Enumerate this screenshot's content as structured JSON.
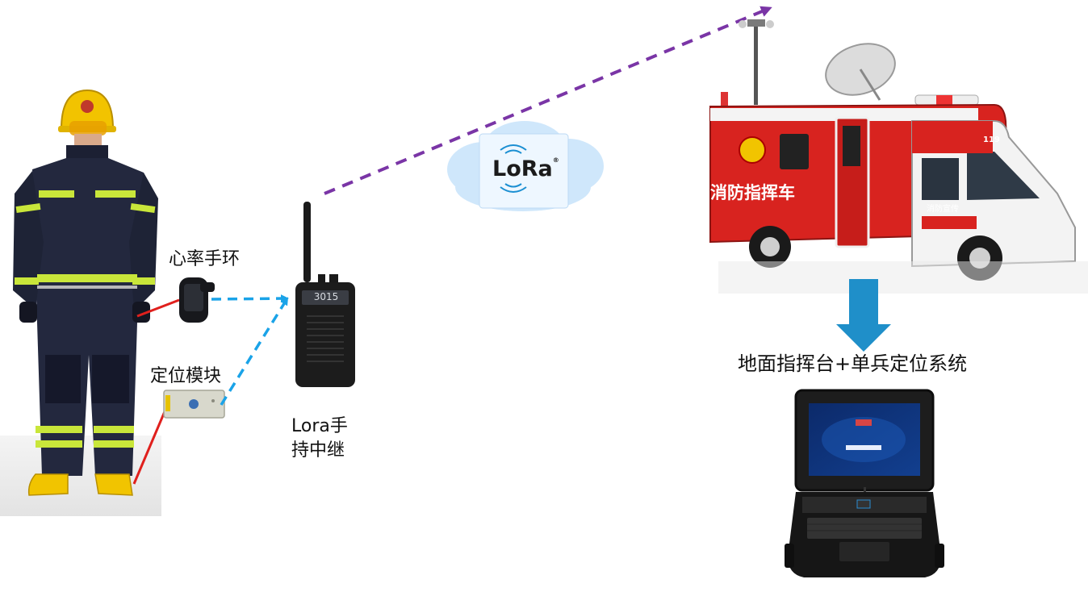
{
  "labels": {
    "heart_rate_band": "心率手环",
    "positioning_module": "定位模块",
    "relay_line1": "Lora手",
    "relay_line2": "持中继",
    "ground_system": "地面指挥台+单兵定位系统"
  },
  "lora_logo": {
    "text": "LoRa",
    "trademark": "®"
  },
  "radio_display": "3015",
  "vehicle": {
    "side_text": "消防指挥车",
    "door_text": "消防宣传",
    "roof_number": "119"
  },
  "colors": {
    "dashed_blue": "#1aa3e8",
    "dashed_purple": "#7a35a6",
    "wire_red": "#e0201d",
    "down_arrow": "#1f8fc9",
    "truck_red": "#d8231f",
    "reflective_strip": "#c9e63a",
    "uniform_navy": "#23283e"
  }
}
